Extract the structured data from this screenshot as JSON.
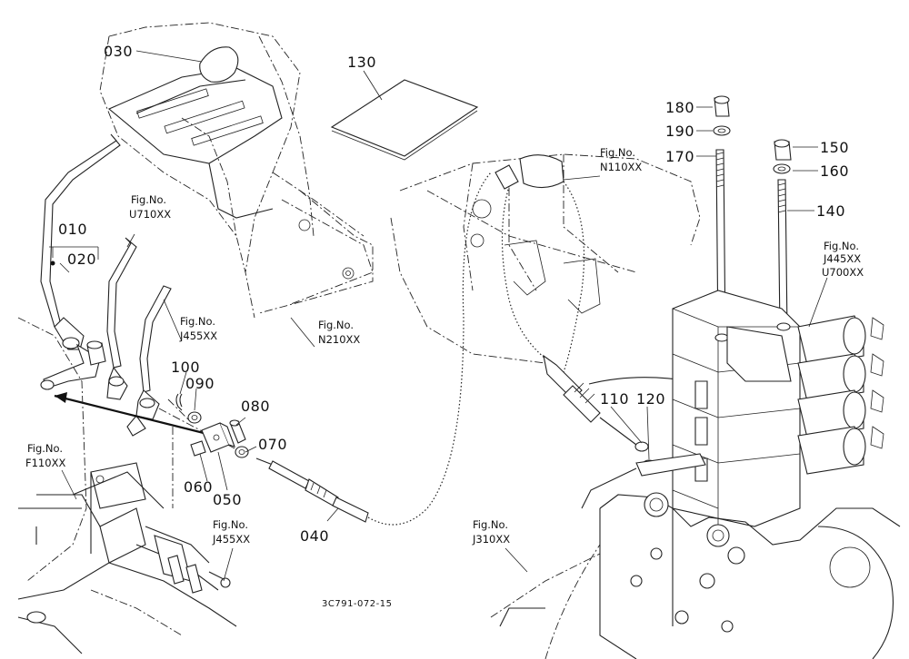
{
  "diagram": {
    "part_numbers": {
      "p010": "010",
      "p020": "020",
      "p030": "030",
      "p040": "040",
      "p050": "050",
      "p060": "060",
      "p070": "070",
      "p080": "080",
      "p090": "090",
      "p100": "100",
      "p110": "110",
      "p120": "120",
      "p130": "130",
      "p140": "140",
      "p150": "150",
      "p160": "160",
      "p170": "170",
      "p180": "180",
      "p190": "190"
    },
    "fig_refs": {
      "u710": {
        "title": "Fig.No.",
        "code": "U710XX"
      },
      "j455_upper": {
        "title": "Fig.No.",
        "code": "J455XX"
      },
      "n210": {
        "title": "Fig.No.",
        "code": "N210XX"
      },
      "n110": {
        "title": "Fig.No.",
        "code": "N110XX"
      },
      "j445_u700": {
        "title": "Fig.No.",
        "code": "J445XX",
        "code2": "U700XX"
      },
      "f110": {
        "title": "Fig.No.",
        "code": "F110XX"
      },
      "j455_lower": {
        "title": "Fig.No.",
        "code": "J455XX"
      },
      "j310": {
        "title": "Fig.No.",
        "code": "J310XX"
      }
    },
    "drawing_code": "3C791-072-15"
  }
}
